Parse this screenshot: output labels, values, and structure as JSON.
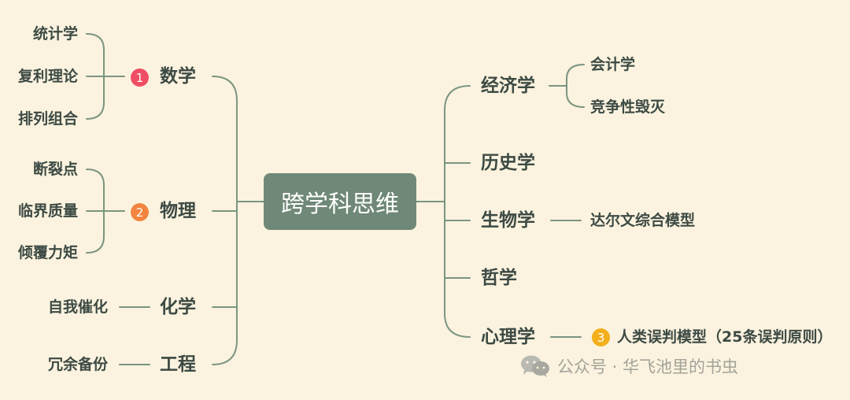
{
  "mindmap": {
    "root": "跨学科思维",
    "left": [
      {
        "label": "数学",
        "badge": "1",
        "badge_color": "#ef4d63",
        "children": [
          "统计学",
          "复利理论",
          "排列组合"
        ]
      },
      {
        "label": "物理",
        "badge": "2",
        "badge_color": "#f2853f",
        "children": [
          "断裂点",
          "临界质量",
          "倾覆力矩"
        ]
      },
      {
        "label": "化学",
        "children": [
          "自我催化"
        ]
      },
      {
        "label": "工程",
        "children": [
          "冗余备份"
        ]
      }
    ],
    "right": [
      {
        "label": "经济学",
        "children": [
          "会计学",
          "竞争性毁灭"
        ]
      },
      {
        "label": "历史学",
        "children": []
      },
      {
        "label": "生物学",
        "children": [
          "达尔文综合模型"
        ]
      },
      {
        "label": "哲学",
        "children": []
      },
      {
        "label": "心理学",
        "children": [
          "人类误判模型（25条误判原则）"
        ],
        "child_badge": "3",
        "child_badge_color": "#f3b01c"
      }
    ]
  },
  "watermark": {
    "text": "公众号 · 华飞池里的书虫",
    "icon": "wechat-icon"
  },
  "colors": {
    "background": "#fbf3df",
    "line": "#7a9581",
    "root_fill": "#6f8877",
    "text": "#3d4a44"
  }
}
